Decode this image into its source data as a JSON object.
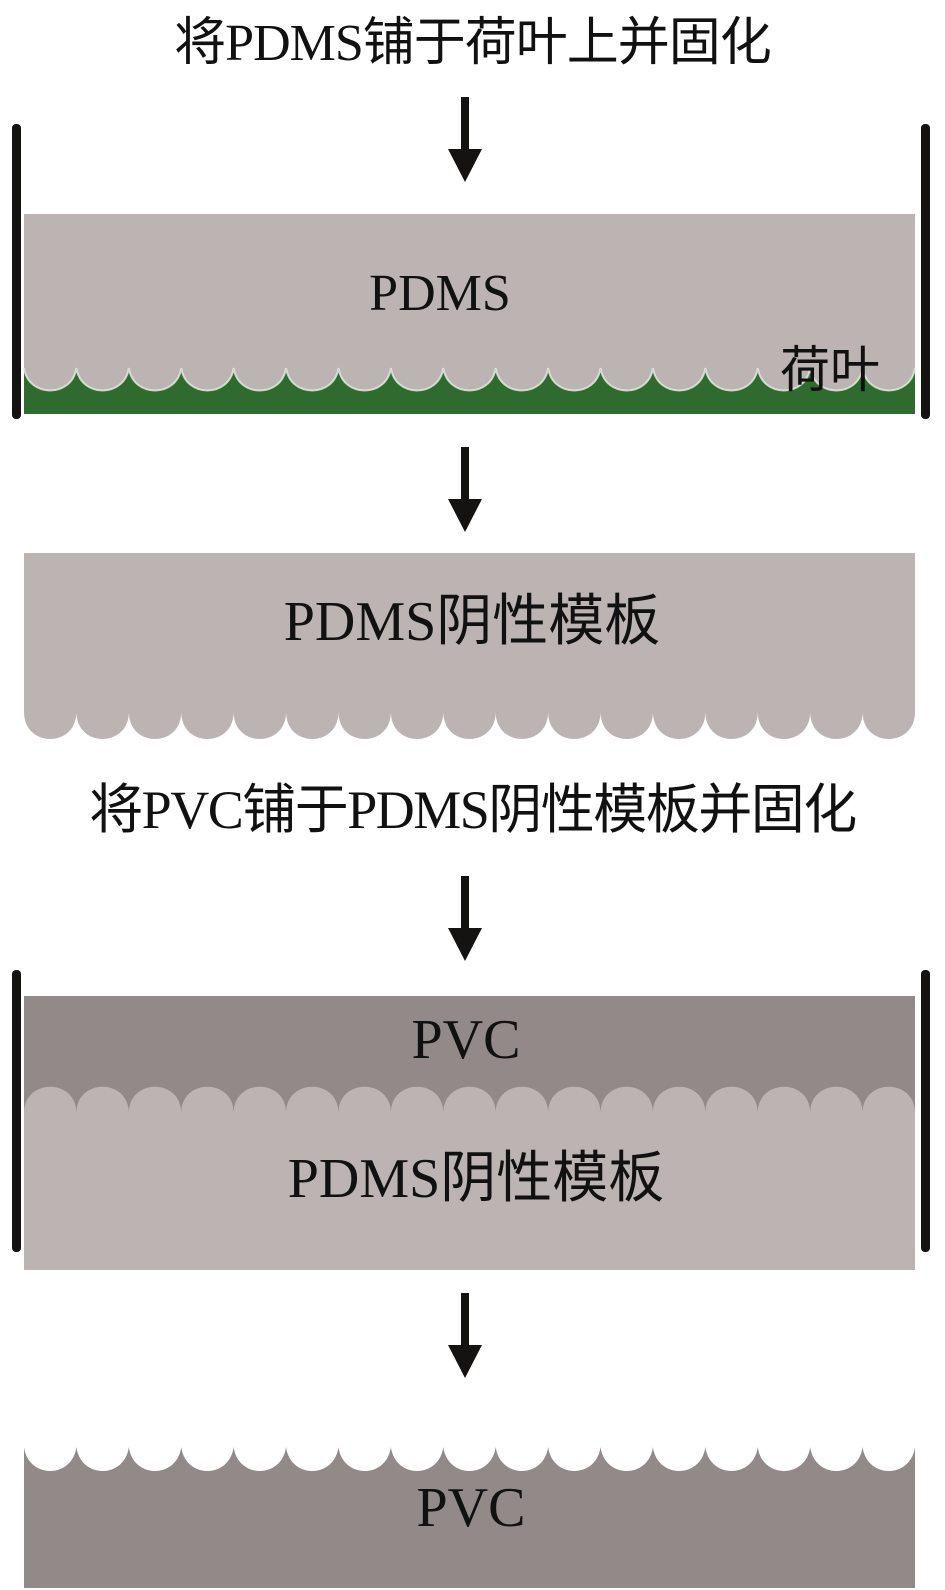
{
  "diagram": {
    "steps": {
      "step1_caption": "将PDMS铺于荷叶上并固化",
      "step2_caption": "将PVC铺于PDMS阴性模板并固化"
    },
    "stage1": {
      "layer_label": "PDMS",
      "substrate_label": "荷叶"
    },
    "stage2": {
      "layer_label": "PDMS阴性模板"
    },
    "stage3": {
      "top_layer_label": "PVC",
      "bottom_layer_label": "PDMS阴性模板"
    },
    "stage4": {
      "layer_label": "PVC"
    },
    "colors": {
      "pdms": "#bcb4b3",
      "pvc": "#928a89",
      "lotus_leaf": "#2f6a2e",
      "wall": "#151212",
      "arrow": "#151212"
    },
    "bump_count": 17
  }
}
